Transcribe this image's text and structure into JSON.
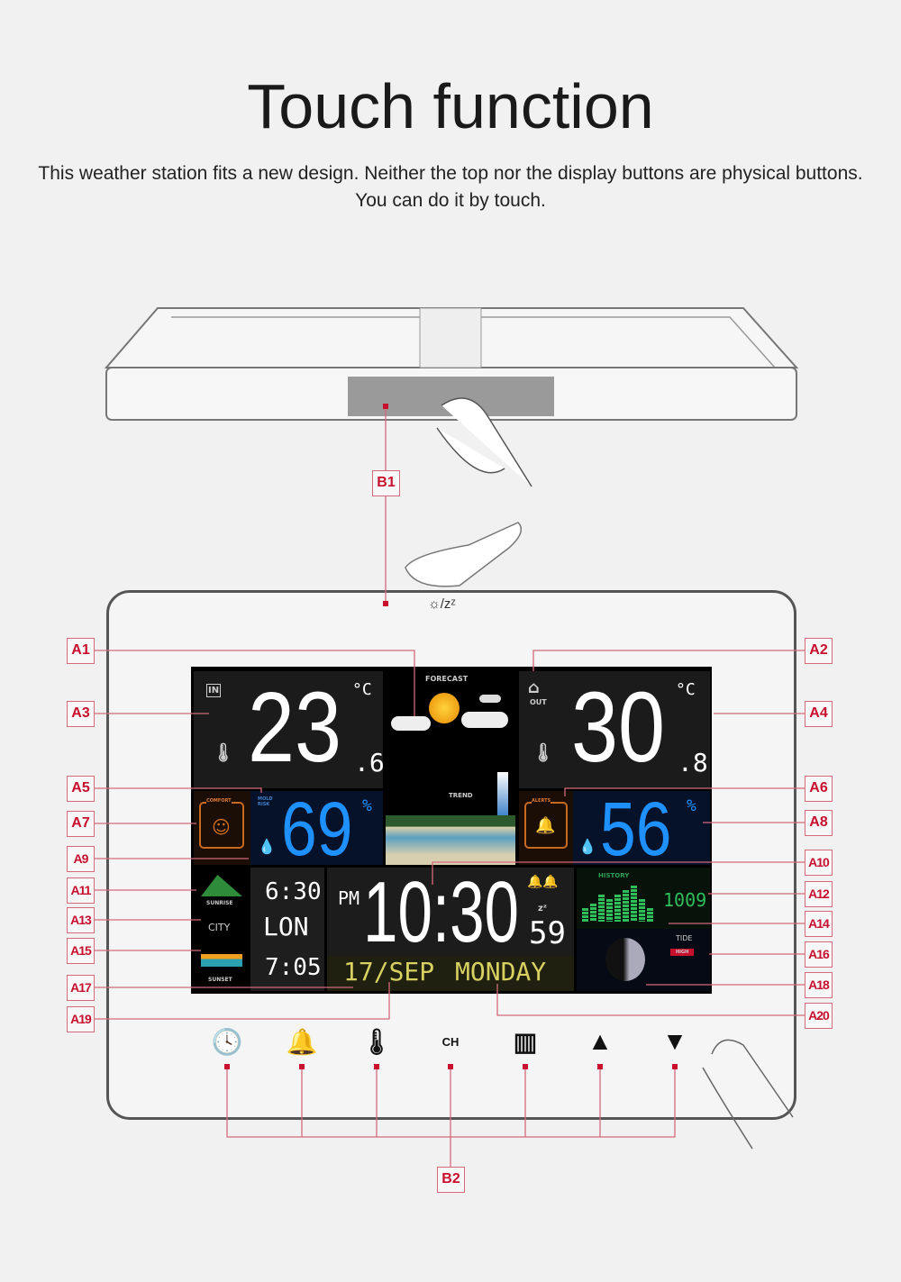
{
  "heading": {
    "title": "Touch function",
    "subtitle": "This weather station fits a new design. Neither the top nor the display buttons are physical buttons. You can do it by touch."
  },
  "callouts": {
    "B1": "B1",
    "B2": "B2",
    "left": [
      "A1",
      "A3",
      "A5",
      "A7",
      "A9",
      "A11",
      "A13",
      "A15",
      "A17",
      "A19"
    ],
    "right": [
      "A2",
      "A4",
      "A6",
      "A8",
      "A10",
      "A12",
      "A14",
      "A16",
      "A18",
      "A20"
    ]
  },
  "top_icon": "☼/zᶻ",
  "display": {
    "indoor": {
      "label": "IN",
      "temp": "23",
      "decimal": ".6",
      "unit": "°C"
    },
    "forecast": {
      "label": "FORECAST",
      "trend": "TREND"
    },
    "outdoor": {
      "label": "OUT",
      "temp": "30",
      "decimal": ".8",
      "unit": "°C"
    },
    "comfort": {
      "label": "COMFORT",
      "mold": "MOLD RISK",
      "humidity": "69",
      "unit": "%"
    },
    "alerts": {
      "label": "ALERTS",
      "humidity": "56",
      "unit": "%"
    },
    "sun": {
      "sunrise_label": "SUNRISE",
      "city_label": "CITY",
      "sunset_label": "SUNSET",
      "sunrise": "6:30",
      "city": "LON",
      "sunset": "7:05"
    },
    "clock": {
      "ampm": "PM",
      "time": "10:30",
      "seconds": "59",
      "snooze": "zᶻ",
      "date": "17/SEP",
      "weekday": "MONDAY"
    },
    "history": {
      "label": "HISTORY",
      "pressure": "1009",
      "tide_label": "TIDE",
      "tide": "HIGH",
      "bars": [
        3,
        4,
        6,
        5,
        6,
        7,
        8,
        5,
        3
      ]
    }
  },
  "buttons": [
    {
      "name": "clock-icon",
      "glyph": "🕓"
    },
    {
      "name": "alarm-bell-icon",
      "glyph": "🔔"
    },
    {
      "name": "thermometer-icon",
      "glyph": "🌡"
    },
    {
      "name": "channel-icon",
      "glyph": "CH"
    },
    {
      "name": "history-chart-icon",
      "glyph": "▥"
    },
    {
      "name": "up-arrow-icon",
      "glyph": "▲"
    },
    {
      "name": "down-arrow-icon",
      "glyph": "▼"
    }
  ]
}
